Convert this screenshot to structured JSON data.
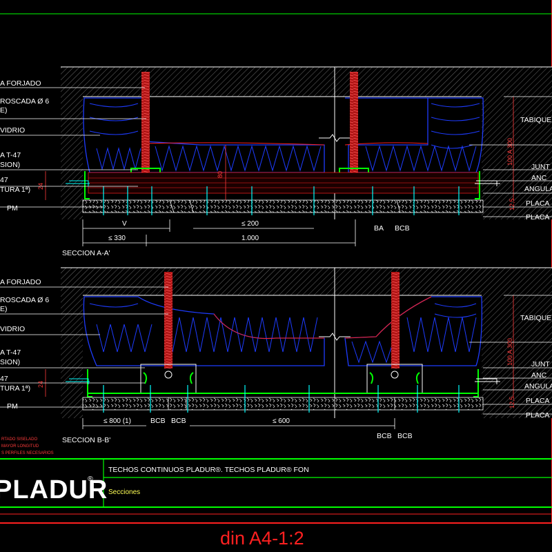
{
  "colors": {
    "background": "#000000",
    "frame": "#ff2020",
    "titleblock": "#00ff00",
    "insulation": "#1e3cff",
    "rod": "#d11a1a",
    "profile": "#00ff00",
    "screws": "#00ffff",
    "text": "#ffffff"
  },
  "section_a": {
    "title": "SECCION A-A'",
    "left_labels": [
      "A FORJADO",
      "ROSCADA Ø 6",
      "E)",
      "VIDRIO",
      "A T-47",
      "SION)",
      "47",
      "TURA 1ª)",
      "PM"
    ],
    "right_labels": [
      "TABIQUE",
      "JUNT",
      "ANC",
      "ANGULA",
      "PLACA",
      "PLACA"
    ],
    "dims": {
      "v": "V",
      "le200": "≤ 200",
      "le330": "≤ 330",
      "total": "1.000",
      "h24": "24",
      "h80": "80",
      "h12_5": "12,5",
      "h100_300": "100 A 300"
    },
    "bottom_tags": [
      "BA",
      "BCB"
    ]
  },
  "section_b": {
    "title": "SECCION B-B'",
    "left_labels": [
      "A FORJADO",
      "ROSCADA Ø 6",
      "E)",
      "VIDRIO",
      "A T-47",
      "SION)",
      "47",
      "TURA 1ª)",
      "PM"
    ],
    "right_labels": [
      "TABIQUE",
      "JUNT",
      "ANC",
      "ANGULA",
      "PLACA",
      "PLACA"
    ],
    "dims": {
      "le800": "≤ 800 (1)",
      "le600": "≤ 600",
      "h24": "24",
      "h12_5": "12,5",
      "h100_300": "100 A 300"
    },
    "inline_tags": [
      "BCB",
      "BCB"
    ],
    "bottom_tags": [
      "BCB",
      "BCB"
    ],
    "notes": [
      "RTADO SISELADO",
      "MAYOR LONGITUD",
      "S PERFILES NECESARIOS"
    ]
  },
  "titleblock": {
    "logo": "PLADUR",
    "logo_mark": "®",
    "title": "TECHOS CONTINUOS PLADUR®. TECHOS PLADUR® FON",
    "subtitle": "Secciones"
  },
  "scale_label": "din A4-1:2"
}
